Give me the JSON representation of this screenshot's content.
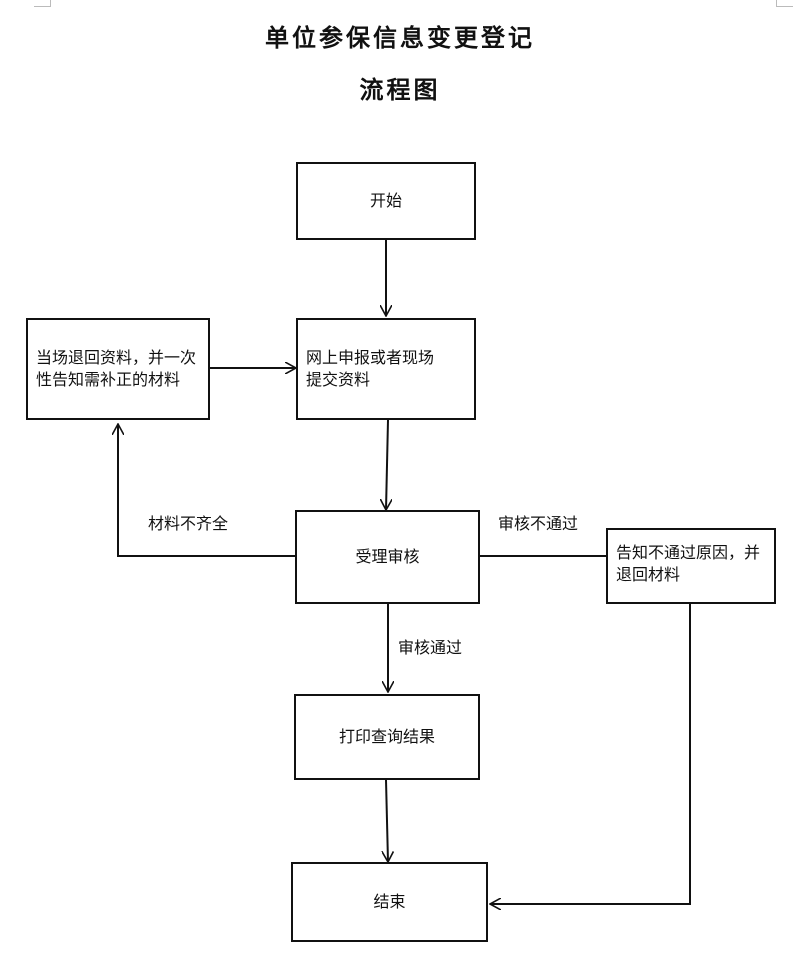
{
  "title": "单位参保信息变更登记",
  "subtitle": "流程图",
  "nodes": {
    "start": "开始",
    "submit": "网上申报或者现场提交资料",
    "return_materials": "当场退回资料，并一次性告知需补正的材料",
    "review": "受理审核",
    "reject_notice": "告知不通过原因，并退回材料",
    "print": "打印查询结果",
    "end": "结束"
  },
  "edges": {
    "incomplete": "材料不齐全",
    "not_passed": "审核不通过",
    "passed": "审核通过"
  }
}
